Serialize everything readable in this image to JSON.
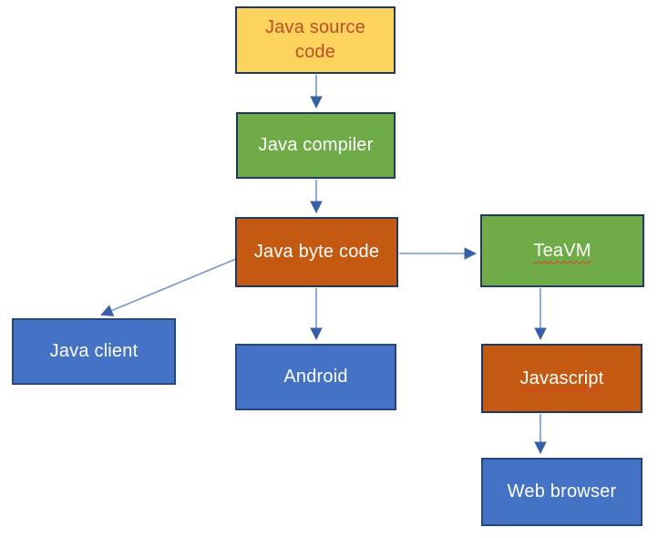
{
  "colors": {
    "background": "#FFFFFF",
    "yellow_fill": "#FCD35C",
    "green_fill": "#6FAC47",
    "orange_fill": "#C45911",
    "blue_fill": "#4472C4",
    "box_border": "#1F3864",
    "blue_border": "#27477F",
    "yellow_text": "#BF4D26",
    "white_text": "#FFFFFF",
    "arrow_line": "#7795D2",
    "arrow_head": "#3A5FA9",
    "squiggle": "#E03C31"
  },
  "diagram": {
    "nodes": {
      "java_source": {
        "label": "Java source code",
        "fill": "yellow"
      },
      "java_compiler": {
        "label": "Java compiler",
        "fill": "green"
      },
      "java_byte_code": {
        "label": "Java byte code",
        "fill": "orange"
      },
      "teavm": {
        "label": "TeaVM",
        "fill": "green",
        "spellcheck_squiggle": true
      },
      "java_client": {
        "label": "Java client",
        "fill": "blue"
      },
      "android": {
        "label": "Android",
        "fill": "blue"
      },
      "javascript": {
        "label": "Javascript",
        "fill": "orange",
        "spellcheck_squiggle": true
      },
      "web_browser": {
        "label": "Web browser",
        "fill": "blue"
      }
    },
    "edges": [
      {
        "from": "java_source",
        "to": "java_compiler",
        "direction": "down"
      },
      {
        "from": "java_compiler",
        "to": "java_byte_code",
        "direction": "down"
      },
      {
        "from": "java_byte_code",
        "to": "teavm",
        "direction": "right"
      },
      {
        "from": "java_byte_code",
        "to": "java_client",
        "direction": "diagonal-down-left"
      },
      {
        "from": "java_byte_code",
        "to": "android",
        "direction": "down"
      },
      {
        "from": "teavm",
        "to": "javascript",
        "direction": "down"
      },
      {
        "from": "javascript",
        "to": "web_browser",
        "direction": "down"
      }
    ]
  }
}
